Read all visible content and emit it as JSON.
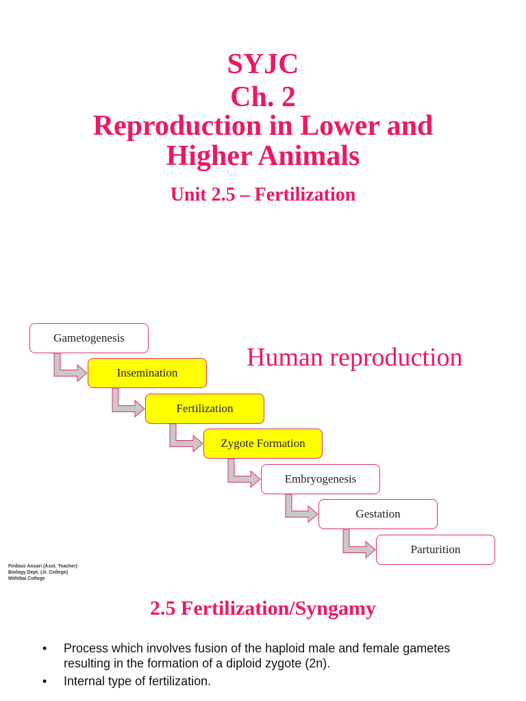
{
  "slide1": {
    "line1": "SYJC",
    "line2": "Ch. 2",
    "line3": "Reproduction in Lower and",
    "line4": "Higher Animals",
    "subtitle": "Unit 2.5 – Fertilization"
  },
  "slide2": {
    "title": "Human reproduction",
    "steps": [
      {
        "label": "Gametogenesis",
        "highlighted": false
      },
      {
        "label": "Insemination",
        "highlighted": true
      },
      {
        "label": "Fertilization",
        "highlighted": true
      },
      {
        "label": "Zygote Formation",
        "highlighted": true
      },
      {
        "label": "Embryogenesis",
        "highlighted": false
      },
      {
        "label": "Gestation",
        "highlighted": false
      },
      {
        "label": "Parturition",
        "highlighted": false
      }
    ],
    "credit": {
      "line1": "Firdous Ansari (Asst. Teacher)",
      "line2": "Biology Dept. (Jr. College)",
      "line3": "Mithibai College"
    },
    "colors": {
      "accent": "#ee1667",
      "highlight": "#ffff00",
      "arrow": "#c8c8c8"
    }
  },
  "slide3": {
    "title": "2.5 Fertilization/Syngamy",
    "bullets": [
      "Process which involves fusion of the haploid male and female gametes resulting in the formation of a diploid zygote (2n).",
      "Internal type of fertilization."
    ]
  }
}
